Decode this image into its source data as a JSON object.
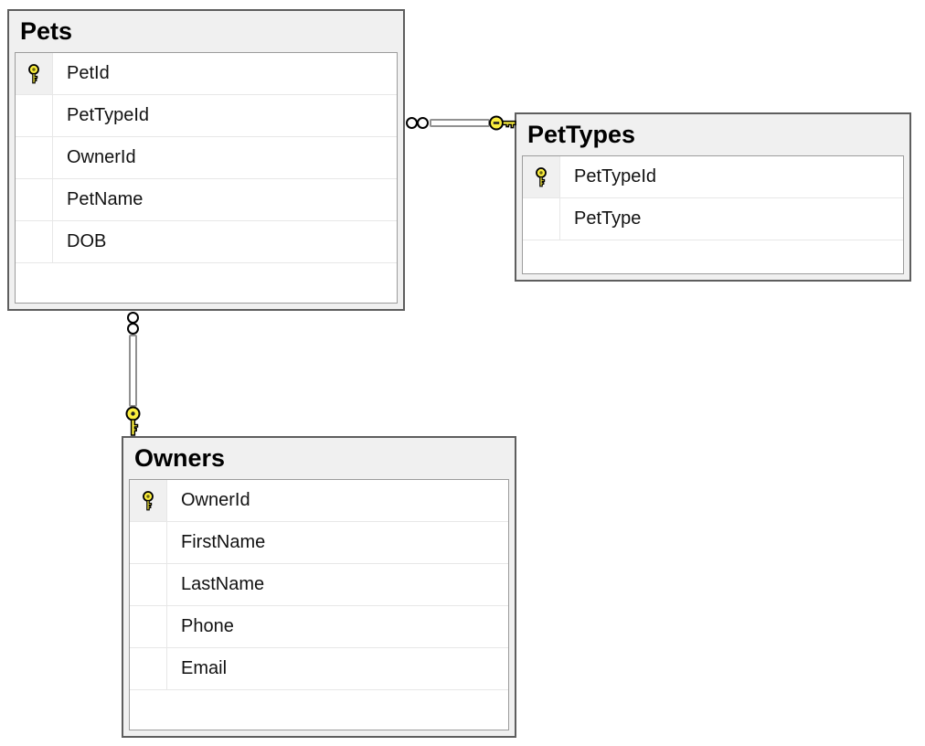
{
  "tables": [
    {
      "name": "Pets",
      "columns": [
        {
          "name": "PetId",
          "primary_key": true
        },
        {
          "name": "PetTypeId",
          "primary_key": false
        },
        {
          "name": "OwnerId",
          "primary_key": false
        },
        {
          "name": "PetName",
          "primary_key": false
        },
        {
          "name": "DOB",
          "primary_key": false
        }
      ]
    },
    {
      "name": "PetTypes",
      "columns": [
        {
          "name": "PetTypeId",
          "primary_key": true
        },
        {
          "name": "PetType",
          "primary_key": false
        }
      ]
    },
    {
      "name": "Owners",
      "columns": [
        {
          "name": "OwnerId",
          "primary_key": true
        },
        {
          "name": "FirstName",
          "primary_key": false
        },
        {
          "name": "LastName",
          "primary_key": false
        },
        {
          "name": "Phone",
          "primary_key": false
        },
        {
          "name": "Email",
          "primary_key": false
        }
      ]
    }
  ],
  "relationships": [
    {
      "from": "Pets",
      "from_cardinality": "many",
      "from_symbol": "infinity",
      "to": "PetTypes",
      "to_cardinality": "one",
      "to_symbol": "key"
    },
    {
      "from": "Pets",
      "from_cardinality": "many",
      "from_symbol": "infinity",
      "to": "Owners",
      "to_cardinality": "one",
      "to_symbol": "key"
    }
  ],
  "icons": {
    "primary_key": "key-icon",
    "many_end": "infinity-icon",
    "one_end": "key-icon"
  },
  "colors": {
    "canvas_bg": "#ffffff",
    "window_border": "#5e5e5e",
    "window_bg": "#f0f0f0",
    "grid_border": "#9c9c9c",
    "row_bg": "#ffffff",
    "row_separator": "#e7e7e7",
    "pk_gutter_bg": "#f0f0f0",
    "text": "#121212",
    "key_yellow": "#fbee3e",
    "connector_gray": "#919191"
  }
}
